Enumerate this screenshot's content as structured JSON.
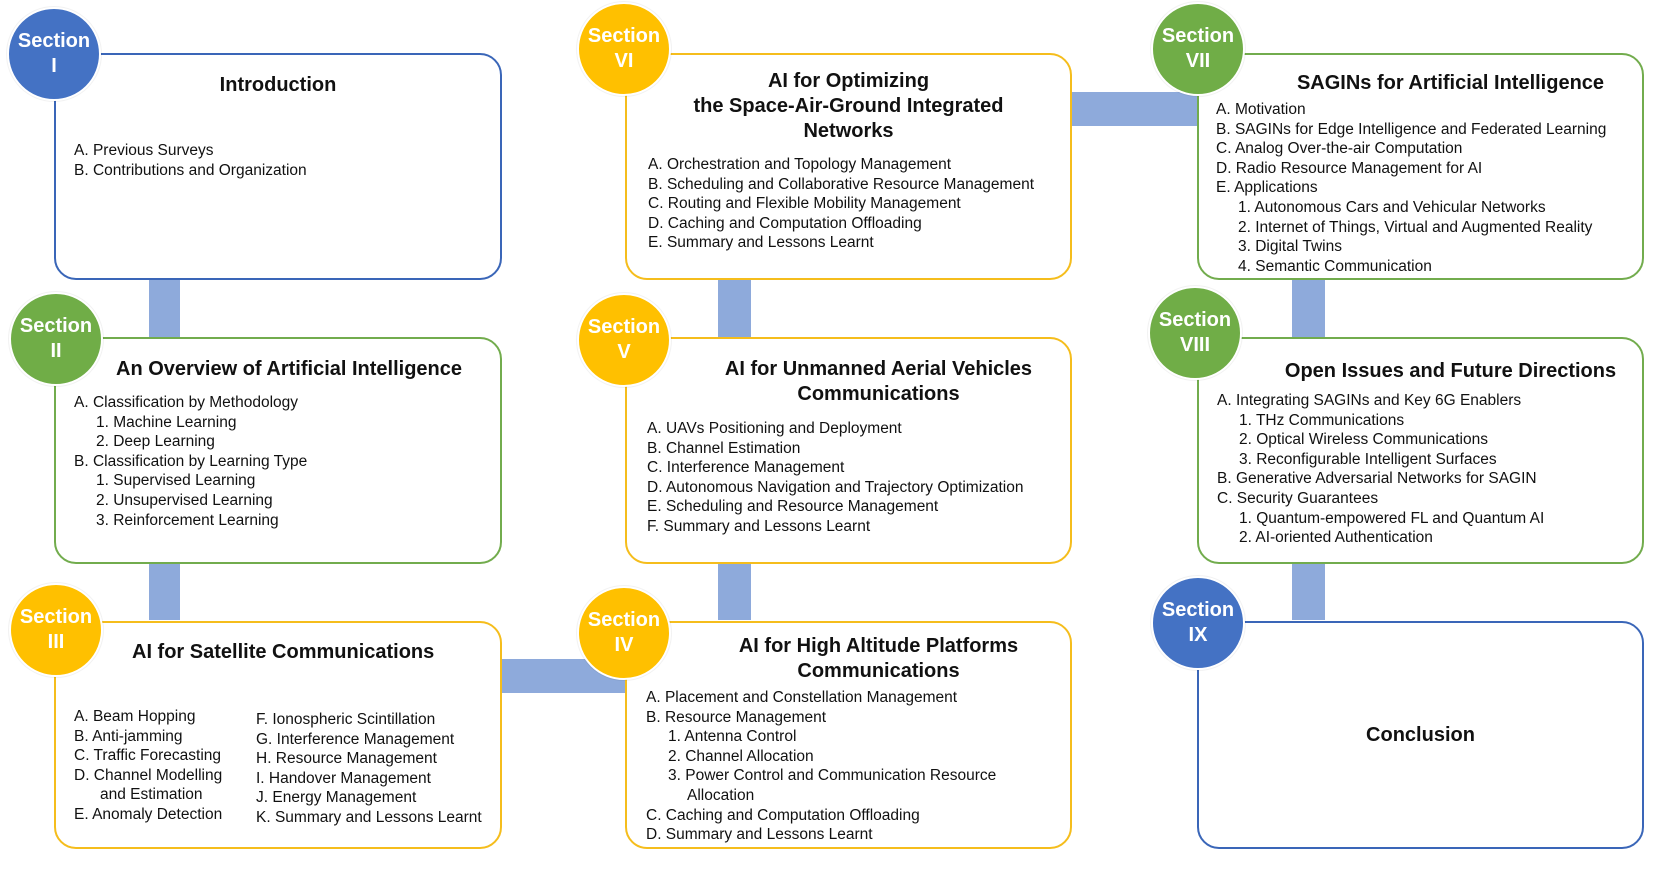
{
  "colors": {
    "blue": "#4472c4",
    "green": "#70ad47",
    "yellow": "#ffc000",
    "connector": "#8eaadb"
  },
  "sections": [
    {
      "id": "s1",
      "badge_line1": "Section",
      "badge_line2": "I",
      "color": "blue",
      "title": "Introduction",
      "items": [
        "A. Previous Surveys",
        "B. Contributions and Organization"
      ]
    },
    {
      "id": "s2",
      "badge_line1": "Section",
      "badge_line2": "II",
      "color": "green",
      "title": "An Overview of Artificial Intelligence",
      "items": [
        "A. Classification by Methodology",
        "1. Machine Learning",
        "2. Deep Learning",
        "B. Classification by Learning Type",
        "1. Supervised Learning",
        "2. Unsupervised Learning",
        "3. Reinforcement Learning"
      ]
    },
    {
      "id": "s3",
      "badge_line1": "Section",
      "badge_line2": "III",
      "color": "yellow",
      "title": "AI for Satellite Communications",
      "items_left": [
        "A. Beam Hopping",
        "B. Anti-jamming",
        "C. Traffic Forecasting",
        "D. Channel Modelling",
        "and Estimation",
        "E. Anomaly Detection"
      ],
      "items_right": [
        "F. Ionospheric Scintillation",
        "G. Interference Management",
        "H. Resource Management",
        "I. Handover Management",
        "J. Energy Management",
        "K. Summary and Lessons Learnt"
      ]
    },
    {
      "id": "s4",
      "badge_line1": "Section",
      "badge_line2": "IV",
      "color": "yellow",
      "title_line1": "AI for High Altitude Platforms",
      "title_line2": "Communications",
      "items": [
        "A. Placement and Constellation Management",
        "B. Resource Management",
        "1. Antenna Control",
        "2. Channel Allocation",
        "3. Power Control and Communication Resource",
        "Allocation",
        "C. Caching and Computation Offloading",
        "D. Summary and Lessons Learnt"
      ]
    },
    {
      "id": "s5",
      "badge_line1": "Section",
      "badge_line2": "V",
      "color": "yellow",
      "title_line1": "AI for Unmanned Aerial Vehicles",
      "title_line2": "Communications",
      "items": [
        "A. UAVs Positioning and Deployment",
        "B. Channel Estimation",
        "C. Interference Management",
        "D. Autonomous Navigation and Trajectory Optimization",
        "E. Scheduling and Resource Management",
        "F. Summary and Lessons Learnt"
      ]
    },
    {
      "id": "s6",
      "badge_line1": "Section",
      "badge_line2": "VI",
      "color": "yellow",
      "title_line1": "AI for Optimizing",
      "title_line2": "the Space-Air-Ground Integrated",
      "title_line3": "Networks",
      "items": [
        "A. Orchestration and Topology Management",
        "B. Scheduling and Collaborative Resource Management",
        "C. Routing and Flexible Mobility Management",
        "D. Caching and Computation Offloading",
        "E. Summary and Lessons Learnt"
      ]
    },
    {
      "id": "s7",
      "badge_line1": "Section",
      "badge_line2": "VII",
      "color": "green",
      "title": "SAGINs for Artificial Intelligence",
      "items": [
        "A. Motivation",
        "B. SAGINs for Edge Intelligence and Federated Learning",
        "C. Analog Over-the-air Computation",
        "D. Radio Resource Management for AI",
        "E. Applications",
        "1. Autonomous Cars and Vehicular Networks",
        "2. Internet of Things, Virtual and Augmented Reality",
        "3. Digital Twins",
        "4. Semantic Communication"
      ]
    },
    {
      "id": "s8",
      "badge_line1": "Section",
      "badge_line2": "VIII",
      "color": "green",
      "title": "Open Issues and Future Directions",
      "items": [
        "A. Integrating SAGINs and Key 6G Enablers",
        "1. THz Communications",
        "2. Optical Wireless Communications",
        "3. Reconfigurable Intelligent Surfaces",
        "B. Generative Adversarial Networks for SAGIN",
        "C. Security Guarantees",
        "1. Quantum-empowered FL and Quantum AI",
        "2. AI-oriented Authentication"
      ]
    },
    {
      "id": "s9",
      "badge_line1": "Section",
      "badge_line2": "IX",
      "color": "blue",
      "title": "Conclusion"
    }
  ]
}
